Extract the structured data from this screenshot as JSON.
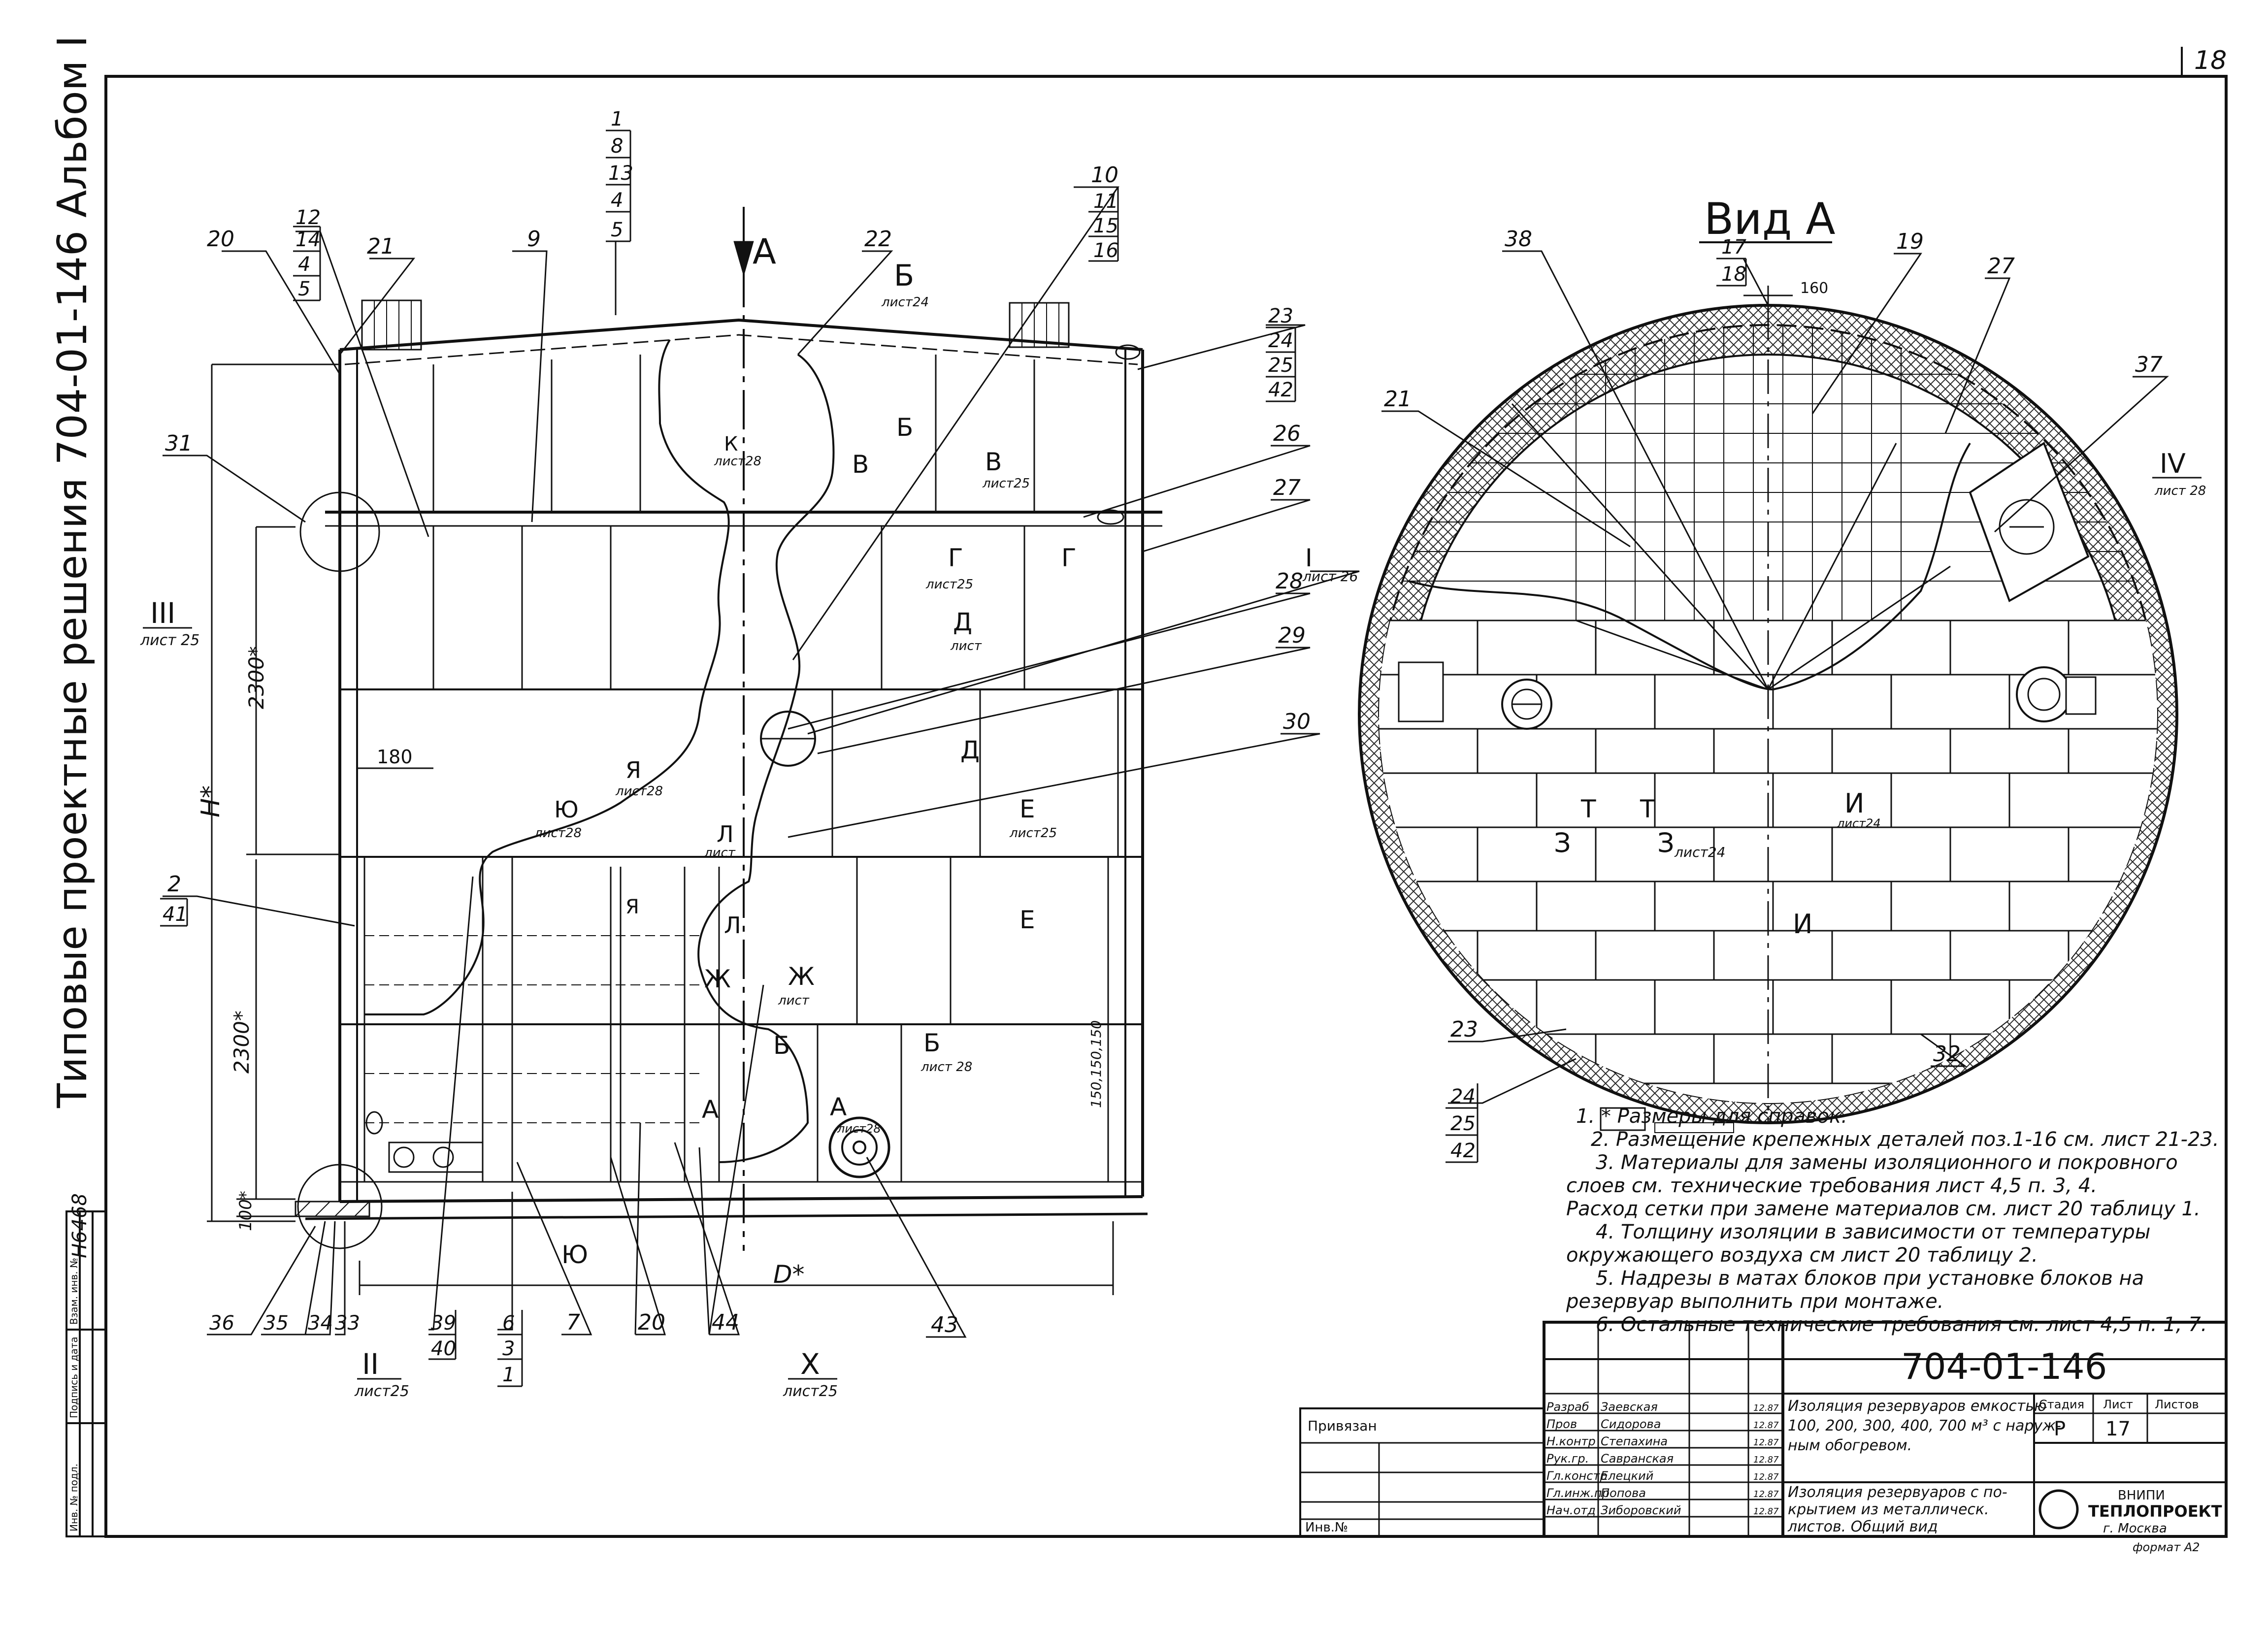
{
  "sheet": {
    "page_number": "18",
    "side_label": "Типовые проектные решения 704-01-146 Альбом I",
    "inventory_no": "Н6468"
  },
  "view_a": {
    "title": "Вид А"
  },
  "section_arrow": "А",
  "dimensions": {
    "height_H": "Н*",
    "height_2300_top": "2300*",
    "height_2300_bottom": "2300*",
    "bottom_100": "100*",
    "diameter": "D*",
    "insulation_180": "180",
    "top_160": "160",
    "right_stack": "150,150,150"
  },
  "callouts_front": {
    "c20_top": "20",
    "c21": "21",
    "c9": "9",
    "c22": "22",
    "c10": "10",
    "c23": "23",
    "c24": "24",
    "c25": "25",
    "c42": "42",
    "c26": "26",
    "c27": "27",
    "c28": "28",
    "c29": "29",
    "c30": "30",
    "c31": "31",
    "c2": "2",
    "c41": "41",
    "c36": "36",
    "c35": "35",
    "c34": "34",
    "c33": "33",
    "c39": "39",
    "c40": "40",
    "c6": "6",
    "c3": "3",
    "c1": "1",
    "c7": "7",
    "c20_bot": "20",
    "c44": "44",
    "c43": "43",
    "s12": "12",
    "s14": "14",
    "s4": "4",
    "s5": "5",
    "t1": "1",
    "t8": "8",
    "t13": "13",
    "t4": "4",
    "t5": "5",
    "r11": "11",
    "r15": "15",
    "r16": "16"
  },
  "callouts_view": {
    "c38": "38",
    "c17": "17",
    "c18": "18",
    "c19": "19",
    "c27": "27",
    "c21": "21",
    "c37": "37",
    "c23": "23",
    "c24": "24",
    "c25": "25",
    "c42": "42",
    "c32": "32"
  },
  "section_marks": {
    "III": "III",
    "III_ref": "лист 25",
    "II": "II",
    "II_ref": "лист25",
    "X": "X",
    "X_ref": "лист25",
    "I": "I",
    "I_ref": "лист 26",
    "IV": "IV",
    "IV_ref": "лист 28",
    "B6": "Б",
    "B6_ref": "лист24",
    "K": "К",
    "K_ref": "лист28",
    "V": "В",
    "V_ref": "лист25",
    "G": "Г",
    "G_ref": "лист25",
    "D": "Д",
    "D_ref": "лист",
    "Ya": "Я",
    "Ya_ref": "лист28",
    "Yu": "Ю",
    "Yu_ref": "лист28",
    "L": "Л",
    "L_ref": "лист",
    "E": "Е",
    "E_ref": "лист25",
    "Zh": "Ж",
    "Zh_ref": "лист",
    "A1": "А",
    "A1_ref": "лист28",
    "B1": "Б",
    "B1_ref": "лист 28",
    "Z": "З",
    "Z_ref": "лист24",
    "Tt": "Т",
    "I2": "И",
    "I2_ref": "лист24"
  },
  "notes": [
    "1. * Размеры для справок.",
    "2. Размещение крепежных деталей поз.1-16 см. лист 21-23.",
    "3. Материалы для замены изоляционного и покровного",
    "слоев см. технические требования лист 4,5 п. 3, 4.",
    "Расход сетки при замене материалов см. лист 20 таблицу 1.",
    "4. Толщину изоляции в зависимости от температуры",
    "окружающего воздуха см лист 20 таблицу 2.",
    "5. Надрезы в матах блоков при установке блоков на",
    "резервуар выполнить при монтаже.",
    "6. Остальные технические требования см. лист 4,5 п. 1, 7."
  ],
  "title_block": {
    "doc_code": "704-01-146",
    "privyazan": "Привязан",
    "inv_no": "Инв.№",
    "roles": [
      "Разраб",
      "Пров",
      "Н.контр",
      "Рук.гр.",
      "Гл.констр",
      "Гл.инж.пр",
      "Нач.отд"
    ],
    "names": [
      "Заевская",
      "Сидорова",
      "Степахина",
      "Савранская",
      "Елецкий",
      "Попова",
      "Зиборовский"
    ],
    "date": "12.87",
    "title_line1": "Изоляция резервуаров емкостью",
    "title_line2": "100, 200, 300, 400, 700 м³ с наруж-",
    "title_line3": "ным обогревом.",
    "sub_line1": "Изоляция резервуаров с по-",
    "sub_line2": "крытием из металлическ.",
    "sub_line3": "листов. Общий вид",
    "stage_label": "Стадия",
    "sheet_label": "Лист",
    "sheets_label": "Листов",
    "stage": "Р",
    "sheet_no": "17",
    "org1": "ВНИПИ",
    "org2": "ТЕПЛОПРОЕКТ",
    "org3": "г. Москва",
    "format": "формат А2"
  },
  "side_table": {
    "col1": "Инв. № подл.",
    "col2": "Подпись и дата",
    "col3": "Взам. инв. №"
  }
}
